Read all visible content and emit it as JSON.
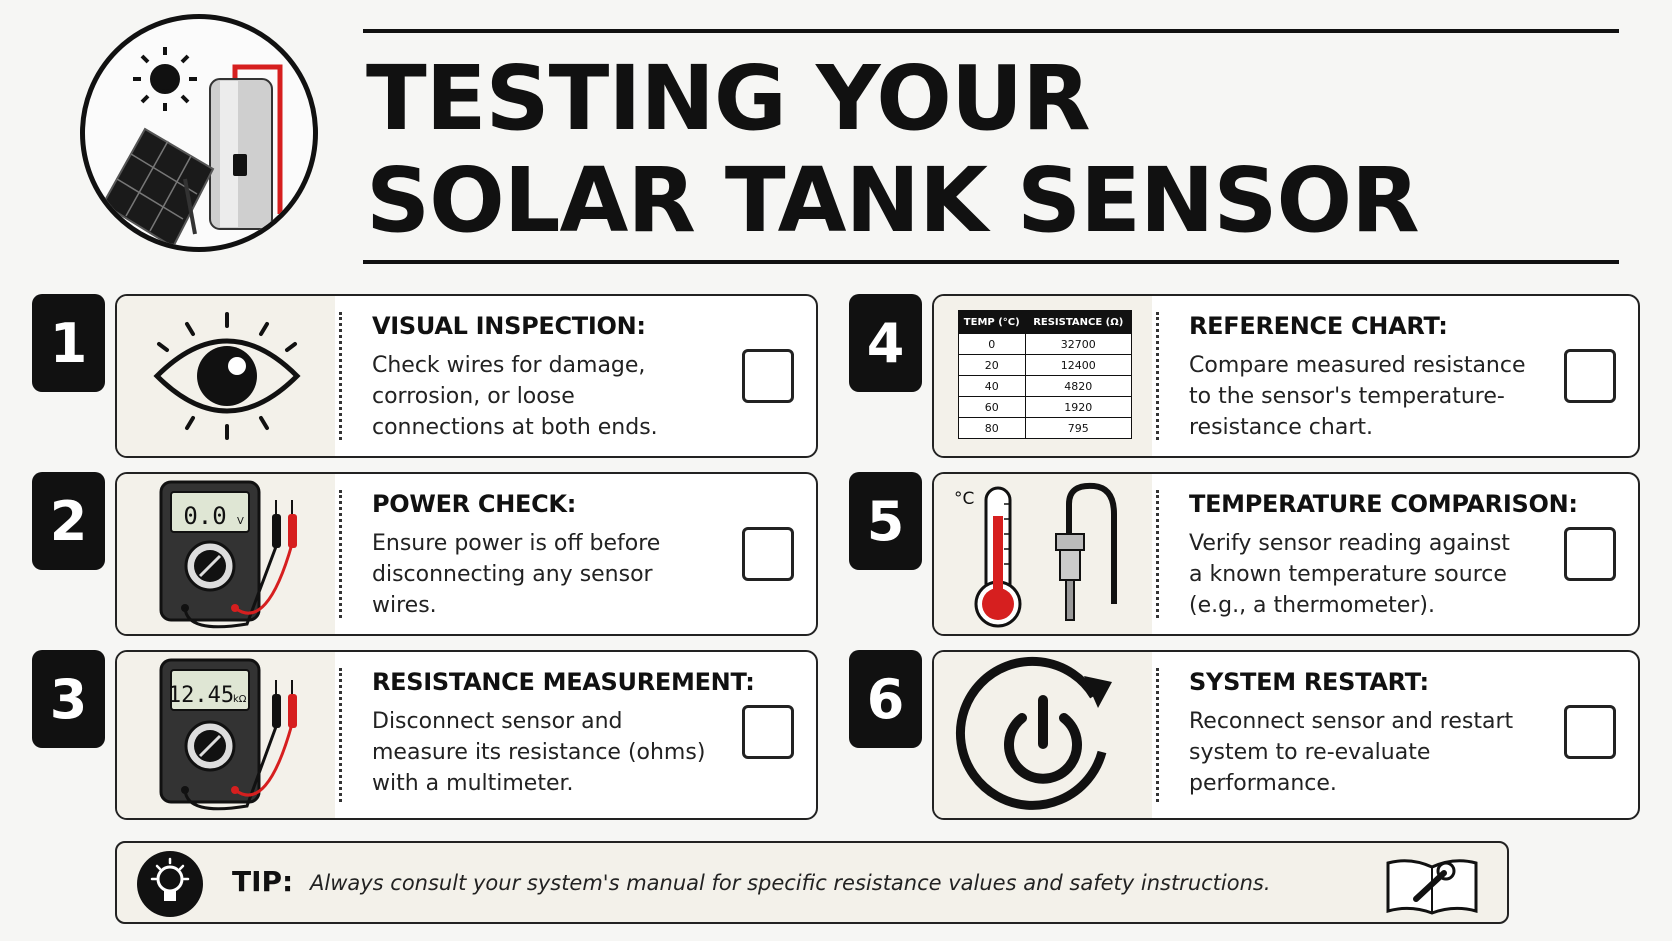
{
  "header": {
    "title_line1": "TESTING YOUR",
    "title_line2": "SOLAR TANK SENSOR"
  },
  "steps": [
    {
      "number": "1",
      "title": "VISUAL INSPECTION:",
      "description": "Check wires for damage, corrosion, or loose connections at both ends.",
      "icon": "eye-icon",
      "checked": false
    },
    {
      "number": "2",
      "title": "POWER CHECK:",
      "description": "Ensure power is off before disconnecting any sensor wires.",
      "icon": "multimeter-icon",
      "display_value": "0.0",
      "display_unit": "V",
      "checked": false
    },
    {
      "number": "3",
      "title": "RESISTANCE MEASUREMENT:",
      "description": "Disconnect sensor and measure its resistance (ohms) with a multimeter.",
      "icon": "multimeter-icon",
      "display_value": "12.45",
      "display_unit": "kΩ",
      "checked": false
    },
    {
      "number": "4",
      "title": "REFERENCE CHART:",
      "description": "Compare measured resistance to the sensor's temperature-resistance chart.",
      "icon": "chart-table-icon",
      "checked": false,
      "table": {
        "headers": [
          "TEMP (°C)",
          "RESISTANCE (Ω)"
        ],
        "rows": [
          [
            "0",
            "32700"
          ],
          [
            "20",
            "12400"
          ],
          [
            "40",
            "4820"
          ],
          [
            "60",
            "1920"
          ],
          [
            "80",
            "795"
          ]
        ]
      }
    },
    {
      "number": "5",
      "title": "TEMPERATURE COMPARISON:",
      "description": "Verify sensor reading against a known temperature source (e.g., a thermometer).",
      "icon": "thermometer-icon",
      "unit_label": "°C",
      "checked": false
    },
    {
      "number": "6",
      "title": "SYSTEM RESTART:",
      "description": "Reconnect sensor and restart system to re-evaluate performance.",
      "icon": "power-restart-icon",
      "checked": false
    }
  ],
  "tip": {
    "label": "TIP:",
    "text": "Always consult your system's manual for specific resistance values and safety instructions.",
    "icon": "lightbulb-icon",
    "manual_icon": "manual-wrench-icon"
  },
  "colors": {
    "ink": "#111111",
    "panel": "#f3f1ea",
    "accent_red": "#d61f1f"
  }
}
